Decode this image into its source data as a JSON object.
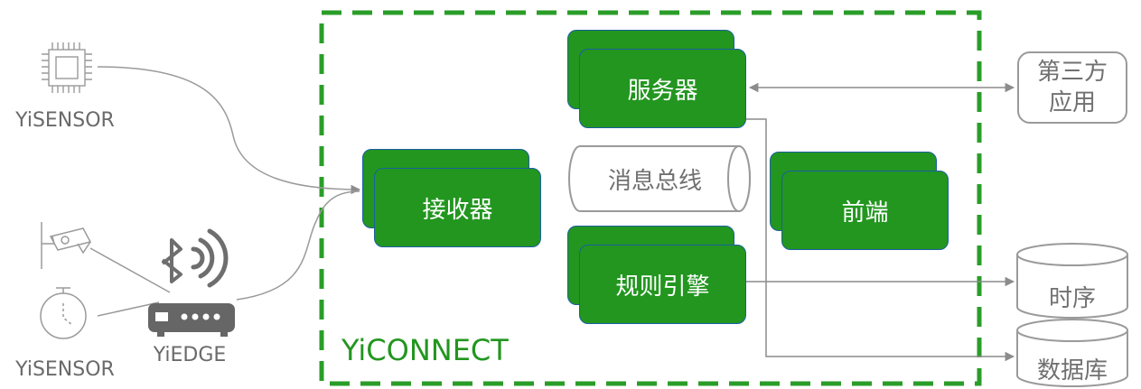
{
  "colors": {
    "component_fill": "#22961f",
    "component_border": "#1b5fa0",
    "boundary": "#2a9d28",
    "muted": "#8c8c8c"
  },
  "group": {
    "label": "YiCONNECT"
  },
  "devices": {
    "sensor_top": "YiSENSOR",
    "sensor_bottom": "YiSENSOR",
    "edge": "YiEDGE"
  },
  "components": {
    "server": "服务器",
    "receiver": "接收器",
    "bus": "消息总线",
    "frontend": "前端",
    "rules": "规则引擎"
  },
  "external": {
    "third_party_line1": "第三方",
    "third_party_line2": "应用",
    "timeseries": "时序",
    "database": "数据库"
  },
  "icons": [
    "chip-icon",
    "camera-icon",
    "stopwatch-icon",
    "router-icon",
    "bluetooth-icon",
    "wifi-signal-icon"
  ]
}
